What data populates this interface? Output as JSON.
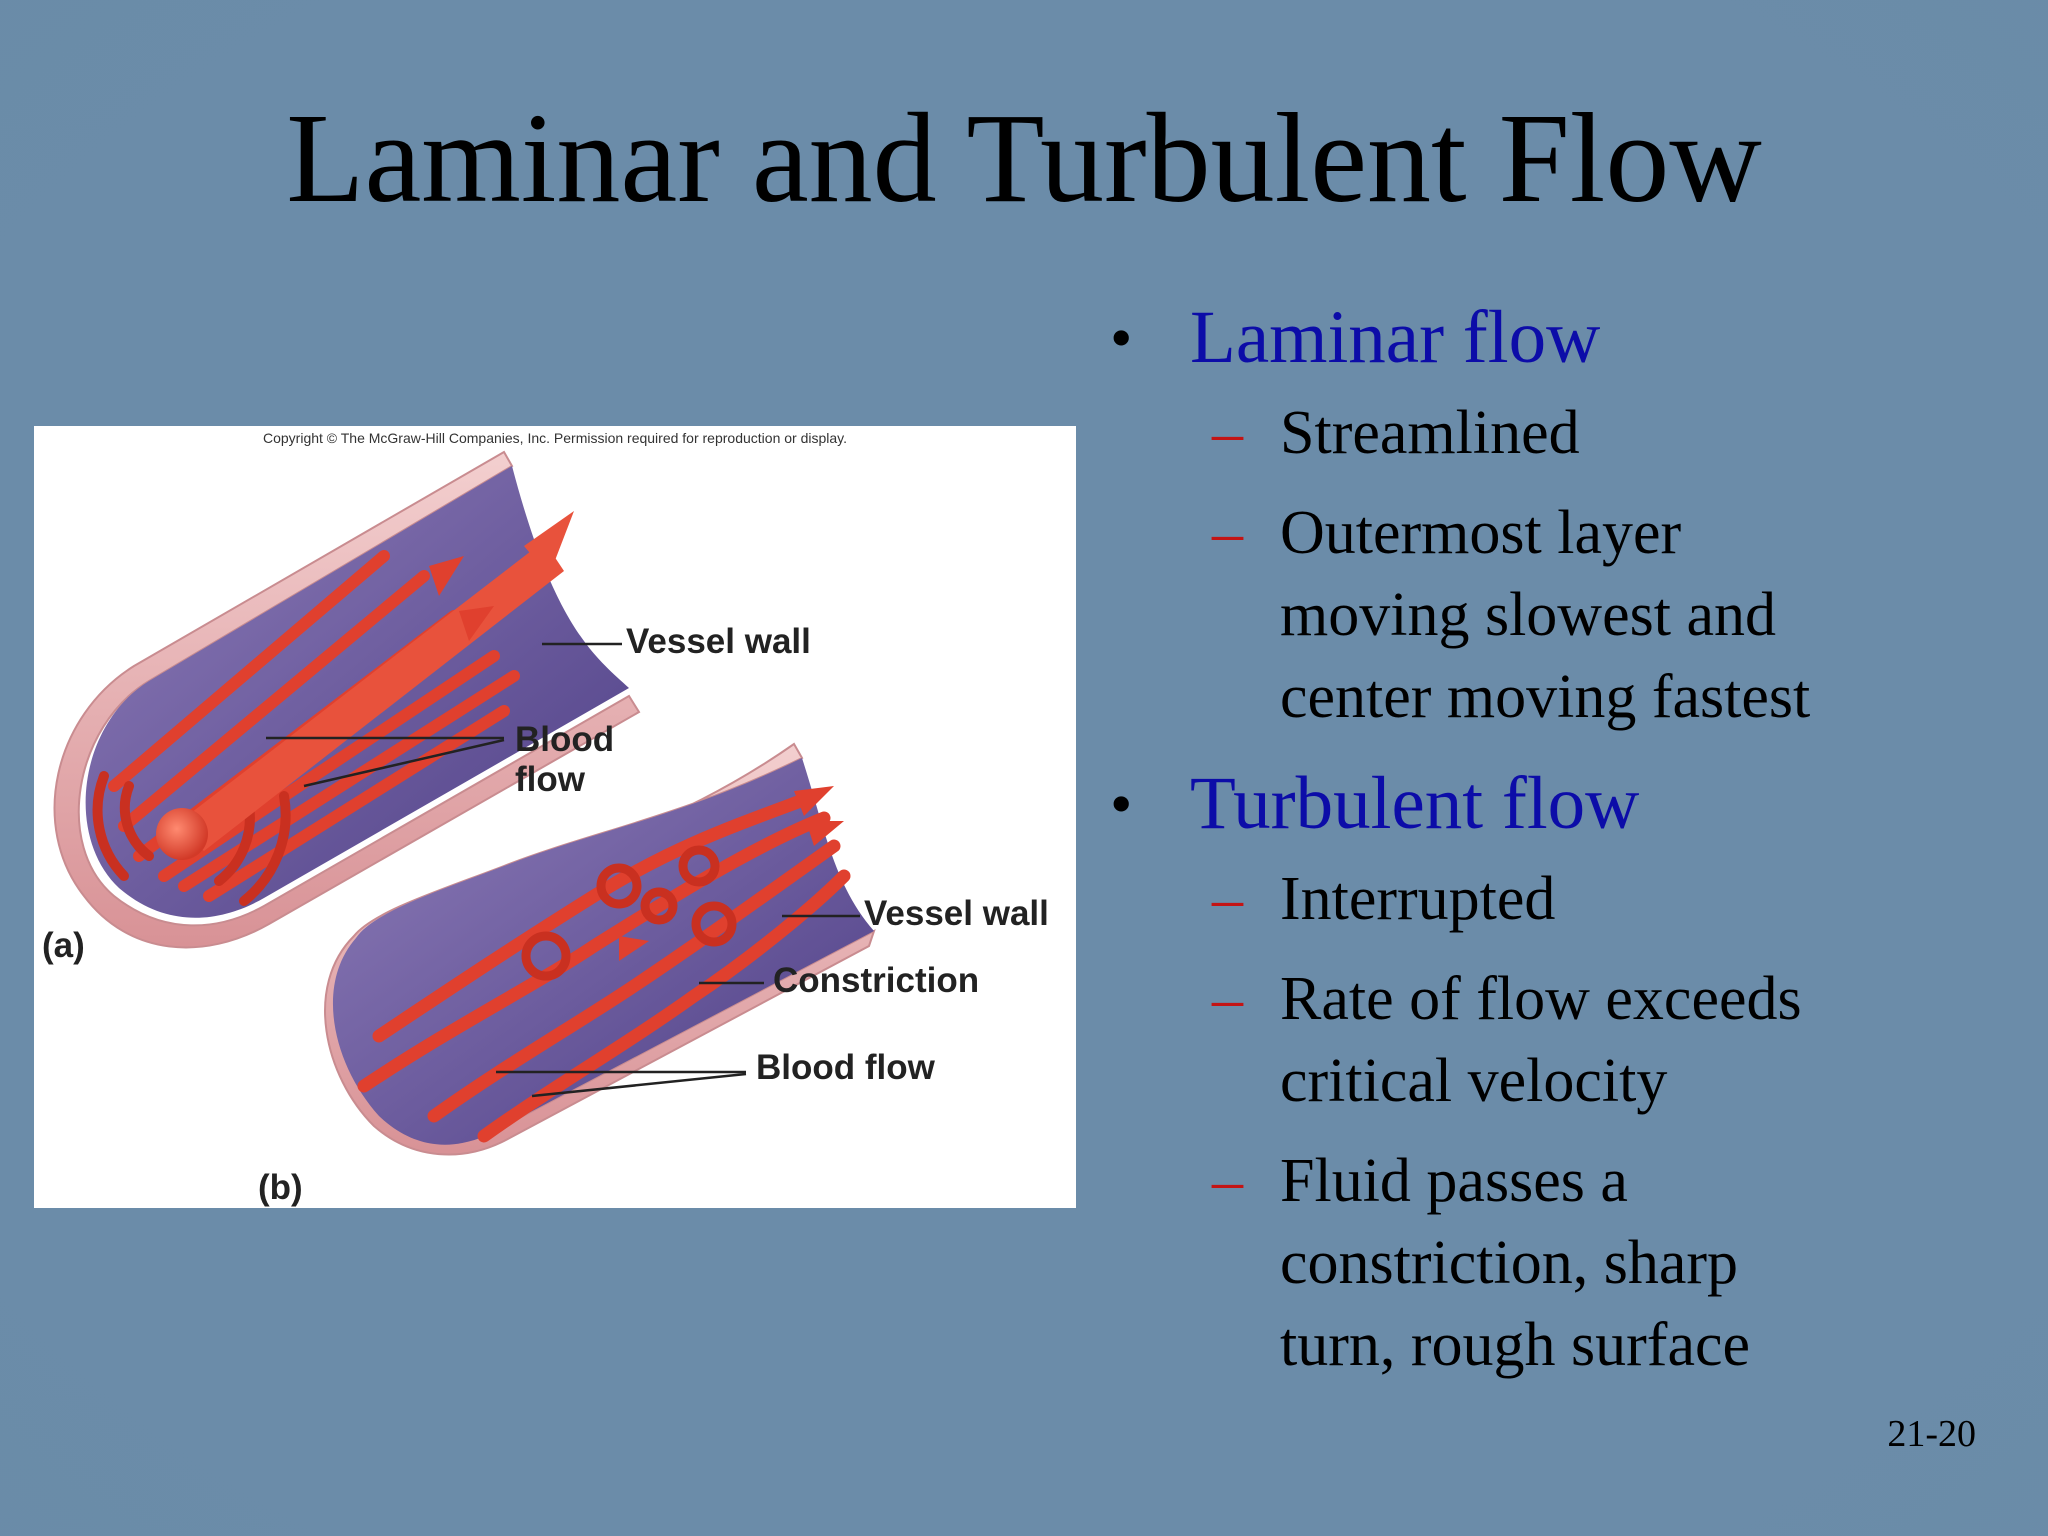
{
  "slide": {
    "title": "Laminar and Turbulent Flow",
    "number": "21-20"
  },
  "figure": {
    "copyright": "Copyright © The McGraw-Hill Companies, Inc. Permission required for reproduction or display.",
    "labels": {
      "vessel_wall_a": "Vessel wall",
      "blood_flow_a_line1": "Blood",
      "blood_flow_a_line2": "flow",
      "panel_a": "(a)",
      "vessel_wall_b": "Vessel wall",
      "constriction": "Constriction",
      "blood_flow_b": "Blood flow",
      "panel_b": "(b)"
    }
  },
  "bullets": [
    {
      "text": "Laminar flow",
      "subs": [
        {
          "lines": [
            "Streamlined"
          ]
        },
        {
          "lines": [
            "Outermost layer",
            "moving slowest and",
            "center moving fastest"
          ]
        }
      ]
    },
    {
      "text": "Turbulent flow",
      "subs": [
        {
          "lines": [
            "Interrupted"
          ]
        },
        {
          "lines": [
            "Rate of flow exceeds",
            "critical velocity"
          ]
        },
        {
          "lines": [
            "Fluid passes a",
            "constriction, sharp",
            "turn, rough surface"
          ]
        }
      ]
    }
  ],
  "colors": {
    "background": "#6b8ca8",
    "bullet_heading": "#0c0ca8",
    "dash": "#c41414",
    "blood": "#e0402e",
    "vessel_lumen": "#6a5a9a",
    "vessel_wall": "#e9b6b8"
  }
}
